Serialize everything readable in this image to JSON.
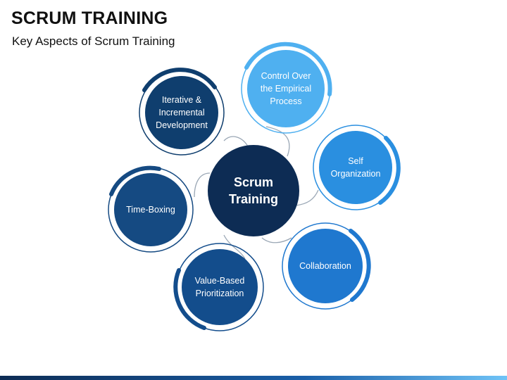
{
  "header": {
    "title": "SCRUM TRAINING",
    "subtitle": "Key Aspects of Scrum Training"
  },
  "diagram": {
    "center": {
      "label": "Scrum\nTraining",
      "color": "#0d2c54"
    },
    "nodes": [
      {
        "id": "control",
        "label": "Control Over\nthe Empirical\nProcess",
        "color": "#4fb0f0"
      },
      {
        "id": "self-org",
        "label": "Self\nOrganization",
        "color": "#2a8fe0"
      },
      {
        "id": "collaboration",
        "label": "Collaboration",
        "color": "#1f78cf"
      },
      {
        "id": "value",
        "label": "Value-Based\nPrioritization",
        "color": "#134d8c"
      },
      {
        "id": "timebox",
        "label": "Time-Boxing",
        "color": "#154a82"
      },
      {
        "id": "iterative",
        "label": "Iterative &\nIncremental\nDevelopment",
        "color": "#0f3e6e"
      }
    ]
  }
}
